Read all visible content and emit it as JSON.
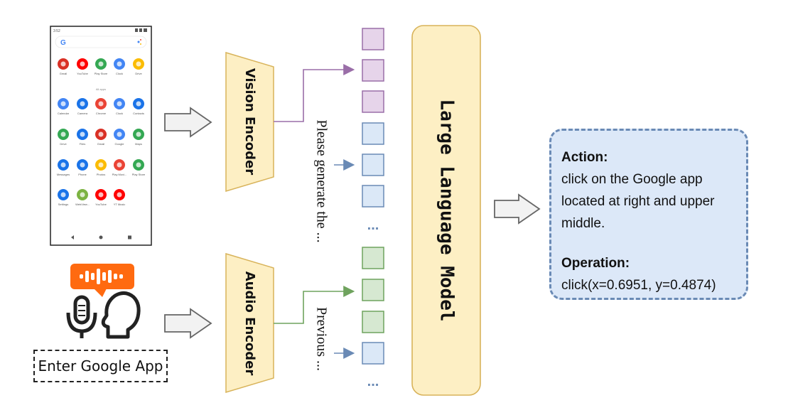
{
  "phone": {
    "status_time": "3:52",
    "apps_row1": [
      {
        "label": "Gmail",
        "icon": "gmail-icon",
        "color": "#d93025"
      },
      {
        "label": "YouTube",
        "icon": "youtube-icon",
        "color": "#ff0000"
      },
      {
        "label": "Play Store",
        "icon": "play-store-icon",
        "color": "#34a853"
      },
      {
        "label": "Clock",
        "icon": "clock-icon",
        "color": "#4285f4"
      },
      {
        "label": "Drive",
        "icon": "drive-icon",
        "color": "#fbbc04"
      }
    ],
    "all_apps_label": "All apps",
    "apps_grid": [
      [
        {
          "label": "Calendar",
          "icon": "calendar-icon",
          "color": "#4285f4"
        },
        {
          "label": "Camera",
          "icon": "camera-icon",
          "color": "#1a73e8"
        },
        {
          "label": "Chrome",
          "icon": "chrome-icon",
          "color": "#ea4335"
        },
        {
          "label": "Clock",
          "icon": "clock-icon",
          "color": "#4285f4"
        },
        {
          "label": "Contacts",
          "icon": "contacts-icon",
          "color": "#1a73e8"
        }
      ],
      [
        {
          "label": "Drive",
          "icon": "drive-icon",
          "color": "#34a853"
        },
        {
          "label": "Files",
          "icon": "files-icon",
          "color": "#1a73e8"
        },
        {
          "label": "Gmail",
          "icon": "gmail-icon",
          "color": "#d93025"
        },
        {
          "label": "Google",
          "icon": "google-icon",
          "color": "#4285f4"
        },
        {
          "label": "Maps",
          "icon": "maps-icon",
          "color": "#34a853"
        }
      ],
      [
        {
          "label": "Messages",
          "icon": "messages-icon",
          "color": "#1a73e8"
        },
        {
          "label": "Phone",
          "icon": "phone-icon",
          "color": "#1a73e8"
        },
        {
          "label": "Photos",
          "icon": "photos-icon",
          "color": "#fbbc04"
        },
        {
          "label": "Play Movi...",
          "icon": "play-movies-icon",
          "color": "#ea4335"
        },
        {
          "label": "Play Store",
          "icon": "play-store-icon",
          "color": "#34a853"
        }
      ],
      [
        {
          "label": "Settings",
          "icon": "settings-icon",
          "color": "#1a73e8"
        },
        {
          "label": "WebView...",
          "icon": "webview-icon",
          "color": "#7cb342"
        },
        {
          "label": "YouTube",
          "icon": "youtube-icon",
          "color": "#ff0000"
        },
        {
          "label": "YT Music",
          "icon": "yt-music-icon",
          "color": "#ff0000"
        }
      ]
    ]
  },
  "vision_encoder": {
    "label": "Vision Encoder"
  },
  "audio_encoder": {
    "label": "Audio Encoder"
  },
  "text_prompt": {
    "label": "Please generate the ..."
  },
  "previous_text": {
    "label": "Previous ..."
  },
  "ellipsis_upper": "...",
  "ellipsis_lower": "...",
  "llm": {
    "label": "Large Language Model"
  },
  "transcript": {
    "label": "Enter Google App"
  },
  "output": {
    "action_header": "Action:",
    "action_lines": [
      "click on the Google app",
      "located at right and upper",
      "middle."
    ],
    "operation_header": "Operation:",
    "operation_text": "click(x=0.6951, y=0.4874)"
  },
  "colors": {
    "encoder_fill": "#fdefc4",
    "encoder_stroke": "#d8b35a",
    "vision_token_fill": "#e6d4ea",
    "vision_token_stroke": "#9a6ea8",
    "text_token_fill": "#dbe8f7",
    "text_token_stroke": "#6a8ab5",
    "audio_token_fill": "#d6e8d1",
    "audio_token_stroke": "#6fa35e",
    "llm_fill": "#fdefc4",
    "llm_stroke": "#d8b35a",
    "output_fill": "#dce8f8",
    "output_stroke": "#6a8ab5",
    "mic_orange": "#ff6a10"
  }
}
